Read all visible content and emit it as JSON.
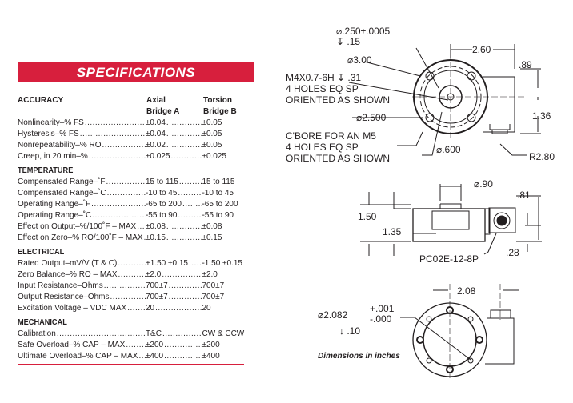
{
  "banner": "SPECIFICATIONS",
  "columns": {
    "a1": "Axial",
    "a2": "Bridge A",
    "b1": "Torsion",
    "b2": "Bridge B"
  },
  "sections": [
    {
      "title": "ACCURACY",
      "rows": [
        [
          "Nonlinearity–% FS",
          "±0.04",
          "±0.05"
        ],
        [
          "Hysteresis–% FS",
          "±0.04",
          "±0.05"
        ],
        [
          "Nonrepeatability–% RO",
          "±0.02",
          "±0.05"
        ],
        [
          "Creep, in 20 min–%",
          "±0.025",
          "±0.025"
        ]
      ]
    },
    {
      "title": "TEMPERATURE",
      "rows": [
        [
          "Compensated Range–˚F",
          "15 to 115",
          "15 to 115"
        ],
        [
          "Compensated Range–˚C",
          "-10 to 45",
          "-10 to 45"
        ],
        [
          "Operating Range–˚F",
          "-65 to 200",
          "-65 to 200"
        ],
        [
          "Operating Range–˚C",
          "-55 to 90",
          "-55 to 90"
        ],
        [
          "Effect on Output–%/100˚F – MAX",
          "±0.08",
          "±0.08"
        ],
        [
          "Effect on Zero–% RO/100˚F – MAX",
          "±0.15",
          "±0.15"
        ]
      ]
    },
    {
      "title": "ELECTRICAL",
      "rows": [
        [
          "Rated Output–mV/V (T & C)",
          "+1.50 ±0.15",
          "-1.50 ±0.15"
        ],
        [
          "Zero Balance–% RO – MAX",
          "±2.0",
          "±2.0"
        ],
        [
          "Input Resistance–Ohms",
          "700±7",
          "700±7"
        ],
        [
          "Output Resistance–Ohms",
          "700±7",
          "700±7"
        ],
        [
          "Excitation Voltage – VDC MAX",
          "20",
          "20"
        ]
      ]
    },
    {
      "title": "MECHANICAL",
      "rows": [
        [
          "Calibration",
          "T&C",
          "CW & CCW"
        ],
        [
          "Safe Overload–% CAP – MAX",
          "±200",
          "±200"
        ],
        [
          "Ultimate Overload–% CAP – MAX",
          "±400",
          "±400"
        ]
      ]
    }
  ],
  "drawing": {
    "d1": "⌀.250±.0005",
    "d2": "↧ .15",
    "d3": "⌀3.00",
    "d4": "M4X0.7-6H ↧ .31",
    "d5": "4 HOLES EQ SP",
    "d6": "ORIENTED AS SHOWN",
    "d7": "⌀2.500",
    "d8": "C'BORE FOR AN M5",
    "d9": "4 HOLES EQ SP",
    "d10": "ORIENTED AS SHOWN",
    "d11": "⌀.600",
    "d12": "R2.80",
    "d13": "2.60",
    "d14": ".89",
    "d15": "1.36",
    "s1": "⌀.90",
    "s2": ".81",
    "s3": "1.50",
    "s4": "1.35",
    "s5": "PC02E-12-8P",
    "s6": ".28",
    "b1": "2.08",
    "b2": "⌀2.082",
    "b3": "+.001",
    "b4": "-.000",
    "b5": "↓ .10"
  },
  "caption": "Dimensions in inches"
}
